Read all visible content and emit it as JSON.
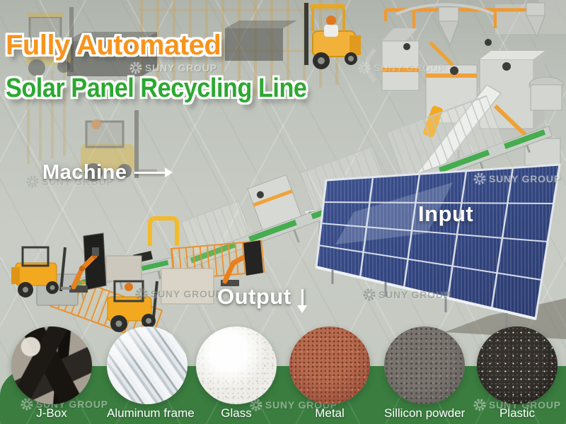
{
  "header": {
    "title_line1": "Fully Automated",
    "title_line2": "Solar Panel Recycling Line"
  },
  "annotations": {
    "machine_label": "Machine",
    "input_label": "Input",
    "output_label": "Output"
  },
  "outputs": [
    {
      "name": "J-Box"
    },
    {
      "name": "Aluminum frame"
    },
    {
      "name": "Glass"
    },
    {
      "name": "Metal"
    },
    {
      "name": "Sillicon powder"
    },
    {
      "name": "Plastic"
    }
  ],
  "branding": {
    "watermark": "SUNY GROUP"
  },
  "icons": {
    "gear": "gear-icon",
    "machine_arrow": "arrow-right-icon",
    "output_arrow": "arrow-down-icon"
  },
  "colors": {
    "title_orange": "#F7941E",
    "title_green": "#2CA831",
    "banner_green": "#3A7D3F",
    "floor_gray": "#C3C8C0",
    "solar_panel_blue": "#35488A",
    "machine_gray": "#D6D8D4",
    "accent_orange": "#EE8D2B",
    "forklift_yellow": "#F0A51C",
    "belt_green": "#45AD4F",
    "label_white": "#FFFFFF"
  }
}
